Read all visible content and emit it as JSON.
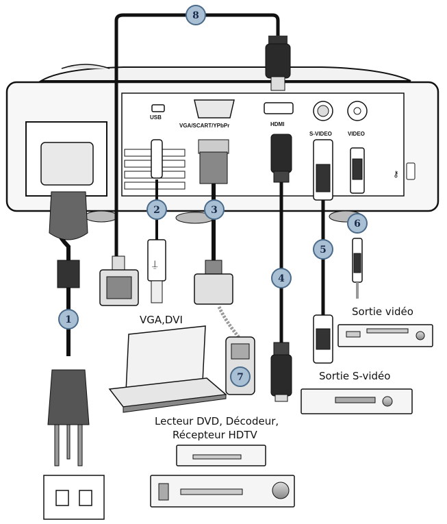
{
  "ports": {
    "usb": "USB",
    "vga": "VGA/SCART/YPbPr",
    "hdmi": "HDMI",
    "svideo": "S-VIDEO",
    "video": "VIDEO"
  },
  "labels": {
    "vga_dvi": "VGA,DVI",
    "sortie_video": "Sortie vidéo",
    "sortie_svideo": "Sortie S-vidéo",
    "dvd_line1": "Lecteur DVD, Décodeur,",
    "dvd_line2": "Récepteur HDTV"
  },
  "badges": [
    "1",
    "2",
    "3",
    "4",
    "5",
    "6",
    "7",
    "8"
  ],
  "colors": {
    "badge_fill": "#a9bfd3",
    "badge_stroke": "#4a6a8a",
    "line": "#000000"
  }
}
